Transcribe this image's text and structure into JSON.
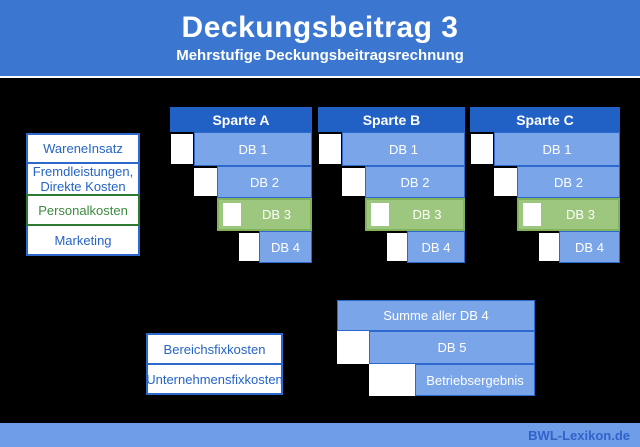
{
  "header": {
    "title": "Deckungsbeitrag 3",
    "subtitle": "Mehrstufige Deckungsbeitragsrechnung"
  },
  "cost_labels": {
    "wareneinsatz": "WareneInsatz",
    "fremdleistungen": "Fremdleistungen,\nDirekte Kosten",
    "personalkosten": "Personalkosten",
    "marketing": "Marketing"
  },
  "divisions": [
    {
      "name": "Sparte A",
      "db1": "DB 1",
      "db2": "DB 2",
      "db3": "DB 3",
      "db4": "DB 4"
    },
    {
      "name": "Sparte B",
      "db1": "DB 1",
      "db2": "DB 2",
      "db3": "DB 3",
      "db4": "DB 4"
    },
    {
      "name": "Sparte C",
      "db1": "DB 1",
      "db2": "DB 2",
      "db3": "DB 3",
      "db4": "DB 4"
    }
  ],
  "fixed_costs": {
    "bereich": "Bereichsfixkosten",
    "unternehmen": "Unternehmensfixkosten"
  },
  "summary": {
    "sum_db4": "Summe aller DB 4",
    "db5": "DB 5",
    "result": "Betriebsergebnis"
  },
  "footer": {
    "brand": "BWL-Lexikon.de"
  },
  "colors": {
    "header_bg": "#3b76d1",
    "division_header_bg": "#2161c6",
    "bar_fill": "#7aa5e8",
    "bar_border": "#2d68cc",
    "green_fill": "#9dc67e",
    "green_border": "#82b35c",
    "green_text": "#3c8a40",
    "blue_text": "#2464c8",
    "footer_bg": "#6f9de8",
    "footer_text": "#2f63c9",
    "background": "#000000"
  }
}
